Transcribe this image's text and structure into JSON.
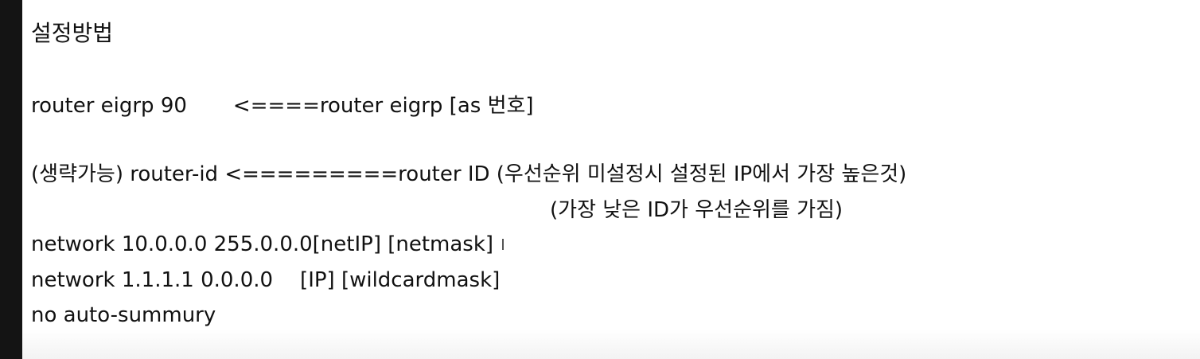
{
  "document": {
    "heading": "설정방법",
    "lines": {
      "router_cmd": "router eigrp 90",
      "router_note": "<====router eigrp [as 번호]",
      "router_id_line": "(생략가능) router-id <=========router ID (우선순위 미설정시 설정된 IP에서 가장 높은것)",
      "router_id_note": "(가장 낮은 ID가 우선순위를 가짐)",
      "network1": "network 10.0.0.0 255.0.0.0[netIP] [netmask]",
      "network2_cmd": "network 1.1.1.1 0.0.0.0",
      "network2_note": "[IP] [wildcardmask]",
      "no_auto": "no auto-summury"
    }
  },
  "colors": {
    "text": "#111111",
    "background": "#ffffff",
    "left_bar": "#141414"
  }
}
